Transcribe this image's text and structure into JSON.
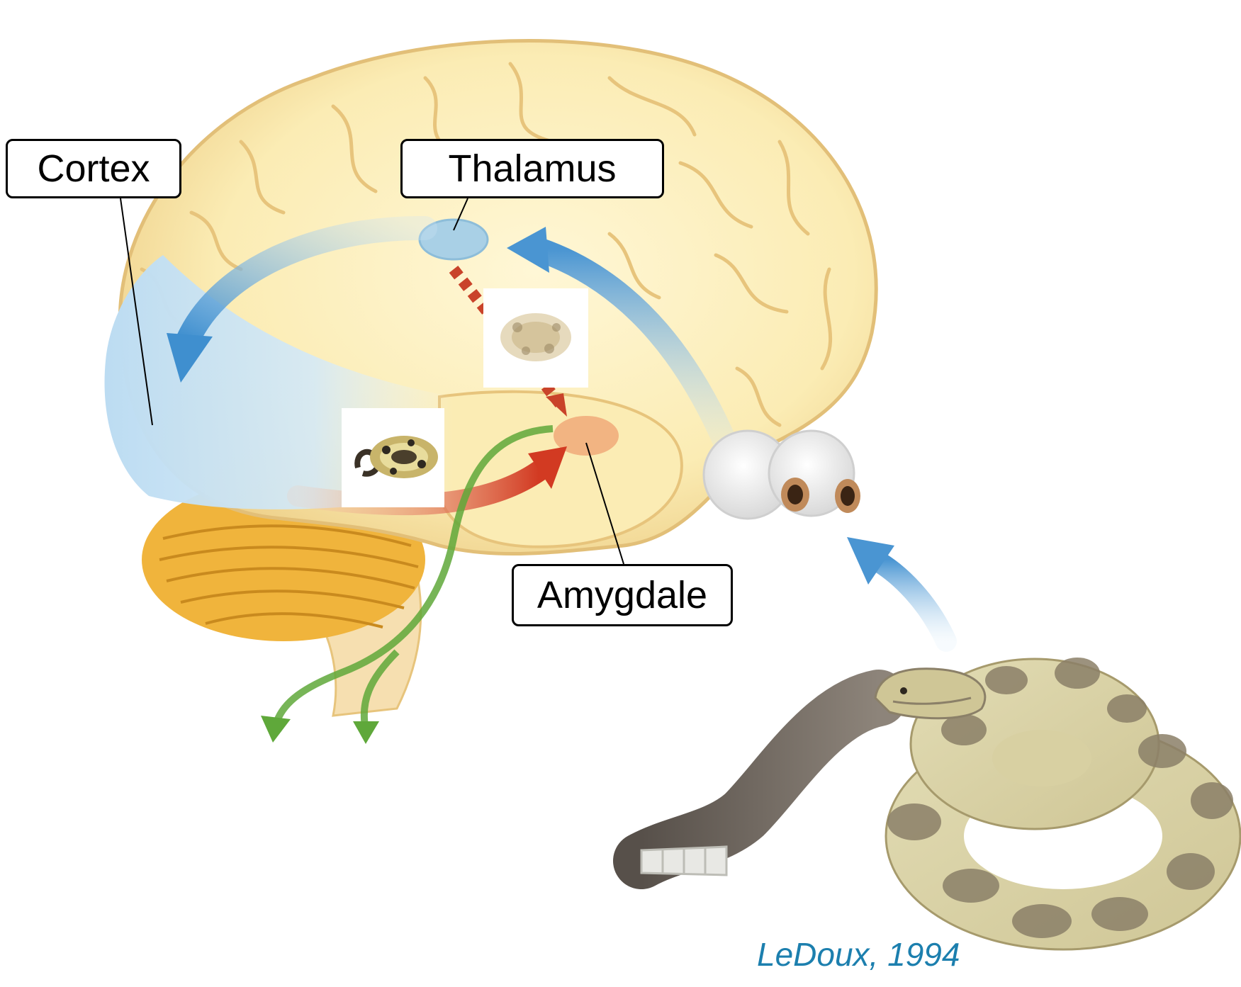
{
  "labels": {
    "cortex": "Cortex",
    "thalamus": "Thalamus",
    "amygdale": "Amygdale"
  },
  "citation": "LeDoux, 1994",
  "colors": {
    "brain": "#fbecb4",
    "brain_fold": "#e7c47c",
    "cerebellum": "#f0b43c",
    "cortex_region": "#cce4f4",
    "thalamus_node": "#a9d0e6",
    "amygdala_node": "#f2b482",
    "arrow_blue": "#3f8fcf",
    "arrow_red": "#d23a22",
    "arrow_green": "#5fa83a",
    "citation": "#1c7fae"
  },
  "icons": [
    "brain-illustration",
    "eyes-icon",
    "rattlesnake-illustration",
    "snake-thumbnail-icon",
    "blurred-snake-thumbnail-icon"
  ]
}
